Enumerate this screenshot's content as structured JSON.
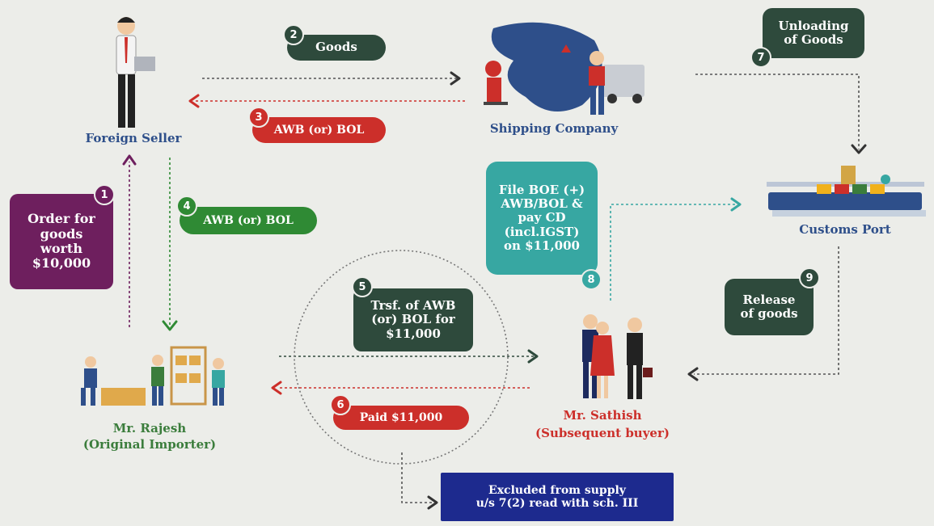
{
  "actors": {
    "foreign_seller": "Foreign Seller",
    "shipping_company": "Shipping Company",
    "customs_port": "Customs Port",
    "rajesh_name": "Mr. Rajesh",
    "rajesh_role": "(Original Importer)",
    "sathish_name": "Mr. Sathish",
    "sathish_role": "(Subsequent buyer)"
  },
  "steps": [
    {
      "num": "1",
      "text": "Order for\ngoods\nworth\n$10,000"
    },
    {
      "num": "2",
      "text": "Goods"
    },
    {
      "num": "3",
      "text": "AWB (or) BOL"
    },
    {
      "num": "4",
      "text": "AWB (or) BOL"
    },
    {
      "num": "5",
      "text": "Trsf. of AWB\n(or) BOL for\n$11,000"
    },
    {
      "num": "6",
      "text": "Paid $11,000"
    },
    {
      "num": "7",
      "text": "Unloading\nof Goods"
    },
    {
      "num": "8",
      "text": "File BOE (+)\nAWB/BOL &\npay CD\n(incl.IGST)\non $11,000"
    },
    {
      "num": "9",
      "text": "Release\nof goods"
    }
  ],
  "note": "Excluded from supply\nu/s 7(2) read with sch. III",
  "colors": {
    "dark_green": "#2e4a3c",
    "red": "#cc2f2a",
    "green": "#2f8a34",
    "purple": "#6e1f5e",
    "teal": "#37a7a2",
    "navy": "#1d2a8e",
    "actor_blue": "#2e4f8a",
    "actor_green": "#3b7d3c",
    "actor_red": "#cc2f2a"
  }
}
